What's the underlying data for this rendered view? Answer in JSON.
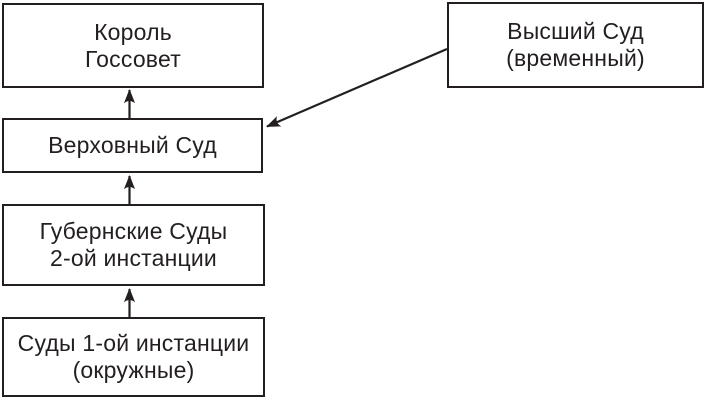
{
  "diagram": {
    "title": "court-hierarchy-flowchart",
    "colors": {
      "background": "#ffffff",
      "box_border": "#231f20",
      "text": "#231f20",
      "arrow": "#231f20"
    },
    "nodes": [
      {
        "id": "king-state-council",
        "line1": "Король",
        "line2": "Госсовет"
      },
      {
        "id": "supreme-court",
        "line1": "Верховный Суд",
        "line2": ""
      },
      {
        "id": "provincial-courts",
        "line1": "Губернские Суды",
        "line2": "2-ой инстанции"
      },
      {
        "id": "first-instance-courts",
        "line1": "Суды 1-ой инстанции",
        "line2": "(окружные)"
      },
      {
        "id": "high-court-temporary",
        "line1": "Высший Суд",
        "line2": "(временный)"
      }
    ],
    "edges": [
      {
        "from": "supreme-court",
        "to": "king-state-council",
        "style": "vertical-arrow-up"
      },
      {
        "from": "provincial-courts",
        "to": "supreme-court",
        "style": "vertical-arrow-up"
      },
      {
        "from": "first-instance-courts",
        "to": "provincial-courts",
        "style": "vertical-arrow-up"
      },
      {
        "from": "high-court-temporary",
        "to": "supreme-court",
        "style": "diagonal-arrow"
      }
    ]
  }
}
